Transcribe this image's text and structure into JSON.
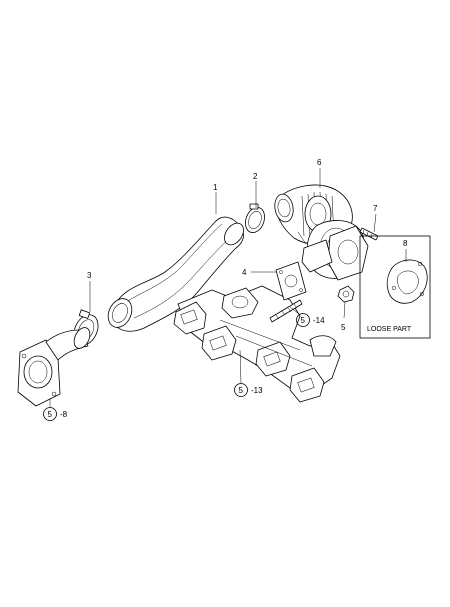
{
  "callouts": {
    "c1": "1",
    "c2": "2",
    "c3": "3",
    "c4": "4",
    "c5": "5",
    "c6": "6",
    "c7": "7",
    "c8": "8"
  },
  "refs": [
    {
      "num": "5",
      "suffix": "-8"
    },
    {
      "num": "5",
      "suffix": "-13"
    },
    {
      "num": "5",
      "suffix": "-14"
    }
  ],
  "loose_part_label": "LOOSE PART"
}
